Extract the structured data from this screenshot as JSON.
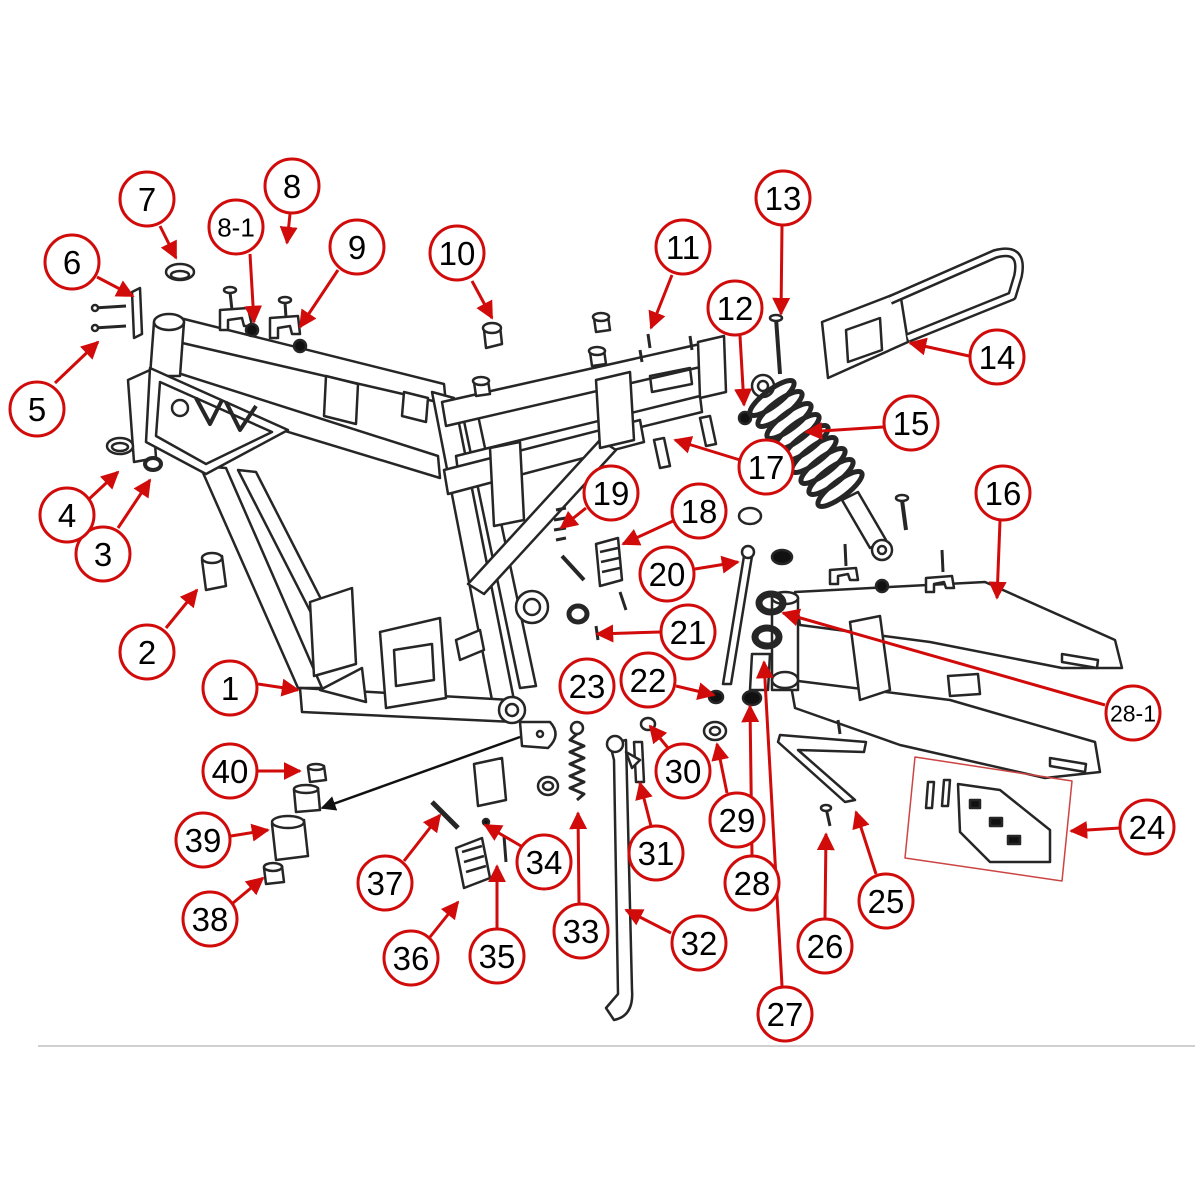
{
  "diagram": {
    "callouts": [
      "1",
      "2",
      "3",
      "4",
      "5",
      "6",
      "7",
      "8",
      "8-1",
      "9",
      "10",
      "11",
      "12",
      "13",
      "14",
      "15",
      "16",
      "17",
      "18",
      "19",
      "20",
      "21",
      "22",
      "23",
      "24",
      "25",
      "26",
      "27",
      "28",
      "28-1",
      "29",
      "30",
      "31",
      "32",
      "33",
      "34",
      "35",
      "36",
      "37",
      "38",
      "39",
      "40"
    ]
  },
  "colors": {
    "callout_ring": "#d10a0a",
    "leader_arrow": "#d10a0a",
    "callout_text": "#000000",
    "line_art": "#262626",
    "background": "#ffffff"
  }
}
